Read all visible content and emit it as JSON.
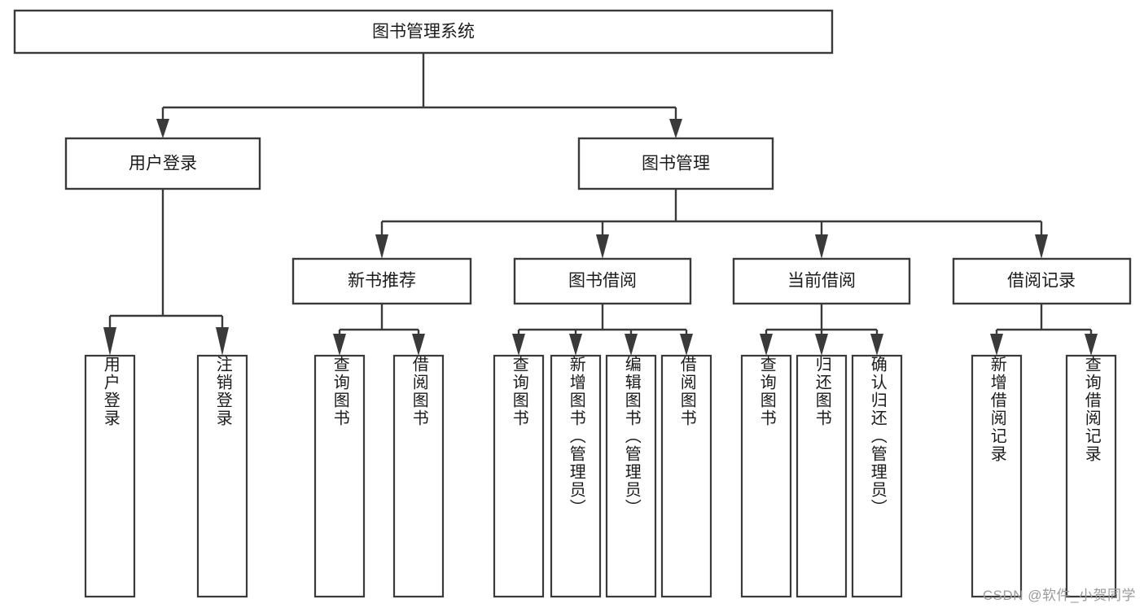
{
  "diagram": {
    "type": "hierarchy-tree",
    "title": "图书管理系统",
    "root": {
      "label": "图书管理系统",
      "orientation": "horizontal"
    },
    "level2": [
      {
        "label": "用户登录",
        "orientation": "horizontal"
      },
      {
        "label": "图书管理",
        "orientation": "horizontal"
      }
    ],
    "level3": [
      {
        "label": "新书推荐",
        "orientation": "horizontal",
        "parent": "图书管理"
      },
      {
        "label": "图书借阅",
        "orientation": "horizontal",
        "parent": "图书管理"
      },
      {
        "label": "当前借阅",
        "orientation": "horizontal",
        "parent": "图书管理"
      },
      {
        "label": "借阅记录",
        "orientation": "horizontal",
        "parent": "图书管理"
      }
    ],
    "leaves": [
      {
        "label": "用户登录",
        "orientation": "vertical",
        "parent": "用户登录"
      },
      {
        "label": "注销登录",
        "orientation": "vertical",
        "parent": "用户登录"
      },
      {
        "label": "查询图书",
        "orientation": "vertical",
        "parent": "新书推荐"
      },
      {
        "label": "借阅图书",
        "orientation": "vertical",
        "parent": "新书推荐"
      },
      {
        "label": "查询图书",
        "orientation": "vertical",
        "parent": "图书借阅"
      },
      {
        "label": "新增图书（管理员）",
        "orientation": "vertical",
        "parent": "图书借阅"
      },
      {
        "label": "编辑图书（管理员）",
        "orientation": "vertical",
        "parent": "图书借阅"
      },
      {
        "label": "借阅图书",
        "orientation": "vertical",
        "parent": "图书借阅"
      },
      {
        "label": "查询图书",
        "orientation": "vertical",
        "parent": "当前借阅"
      },
      {
        "label": "归还图书",
        "orientation": "vertical",
        "parent": "当前借阅"
      },
      {
        "label": "确认归还（管理员）",
        "orientation": "vertical",
        "parent": "当前借阅"
      },
      {
        "label": "新增借阅记录",
        "orientation": "vertical",
        "parent": "借阅记录"
      },
      {
        "label": "查询借阅记录",
        "orientation": "vertical",
        "parent": "借阅记录"
      }
    ]
  },
  "watermark": {
    "text": "CSDN @软件_小贺同学"
  },
  "colors": {
    "stroke": "#3a3a3a",
    "fill": "#ffffff",
    "text": "#1b1b1b",
    "watermark": "#9a9a9a"
  }
}
